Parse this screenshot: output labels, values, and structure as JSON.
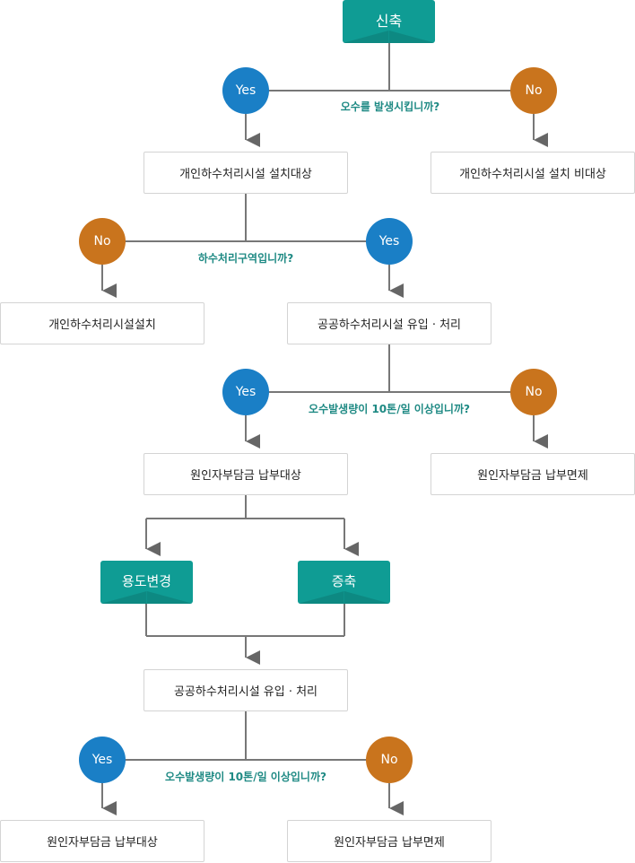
{
  "start": "신축",
  "q1": {
    "question": "오수를 발생시킵니까?",
    "yes": "Yes",
    "no": "No",
    "yes_result": "개인하수처리시설 설치대상",
    "no_result": "개인하수처리시설 설치 비대상"
  },
  "q2": {
    "question": "하수처리구역입니까?",
    "yes": "Yes",
    "no": "No",
    "no_result": "개인하수처리시설설치",
    "yes_result": "공공하수처리시설 유입 · 처리"
  },
  "q3": {
    "question": "오수발생량이 10톤/일 이상입니까?",
    "yes": "Yes",
    "no": "No",
    "yes_result": "원인자부담금 납부대상",
    "no_result": "원인자부담금 납부면제"
  },
  "branch": {
    "left": "용도변경",
    "right": "증축",
    "merge_result": "공공하수처리시설 유입 · 처리"
  },
  "q4": {
    "question": "오수발생량이 10톤/일 이상입니까?",
    "yes": "Yes",
    "no": "No",
    "yes_result": "원인자부담금 납부대상",
    "no_result": "원인자부담금 납부면제"
  }
}
